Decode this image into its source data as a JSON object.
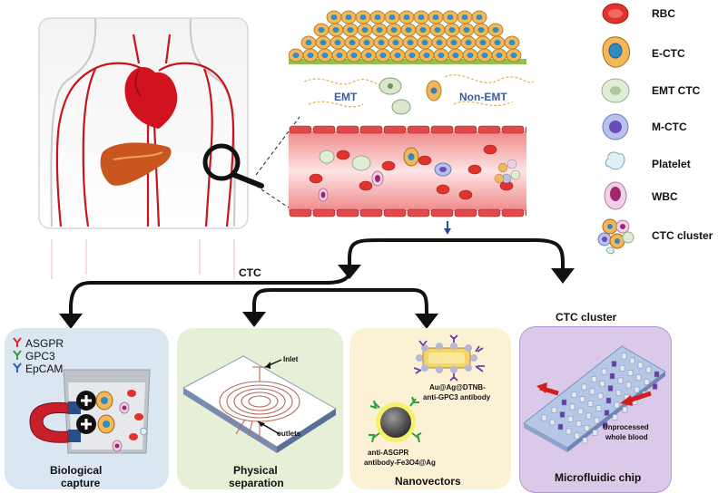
{
  "process": {
    "emt": "EMT",
    "non_emt": "Non-EMT",
    "ctc": "CTC",
    "ctc_cluster_header": "CTC cluster"
  },
  "legend": {
    "items": [
      {
        "label": "RBC",
        "icon": "rbc-icon"
      },
      {
        "label": "E-CTC",
        "icon": "e-ctc-icon"
      },
      {
        "label": "EMT CTC",
        "icon": "emt-ctc-icon"
      },
      {
        "label": "M-CTC",
        "icon": "m-ctc-icon"
      },
      {
        "label": "Platelet",
        "icon": "platelet-icon"
      },
      {
        "label": "WBC",
        "icon": "wbc-icon"
      },
      {
        "label": "CTC cluster",
        "icon": "ctc-cluster-icon"
      }
    ]
  },
  "panels": {
    "biological": {
      "antibodies": [
        "ASGPR",
        "GPC3",
        "EpCAM"
      ],
      "antibody_colors": [
        "#d9262a",
        "#2e9e3e",
        "#2a5fb3"
      ],
      "title_line1": "Biological",
      "title_line2": "capture"
    },
    "physical": {
      "inlet": "Inlet",
      "outlets": "outlets",
      "title_line1": "Physical",
      "title_line2": "separation"
    },
    "nanovectors": {
      "probe_label_line1": "Au@Ag@DTNB-",
      "probe_label_line2": "anti-GPC3 antibody",
      "particle_label_line1": "anti-ASGPR",
      "particle_label_line2": "antibody-Fe3O4@Ag",
      "title": "Nanovectors"
    },
    "microfluidic": {
      "sample_line1": "Unprocessed",
      "sample_line2": "whole blood",
      "title": "Microfluidic chip"
    }
  },
  "colors": {
    "vessel": "#e43b3b",
    "panel_bio": "#dbe6f3",
    "panel_phys": "#e6f0d6",
    "panel_nano": "#fbf2d6",
    "panel_micro": "#dac9e8"
  }
}
